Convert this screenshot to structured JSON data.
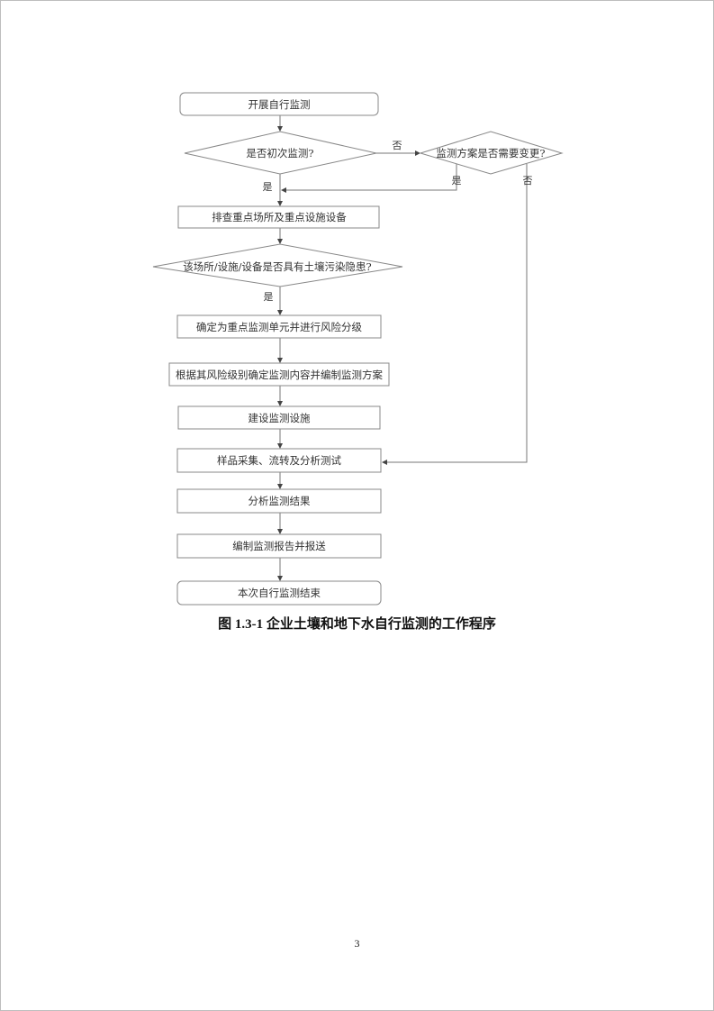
{
  "flowchart": {
    "start": "开展自行监测",
    "decision_first": "是否初次监测?",
    "decision_change": "监测方案是否需要变更?",
    "screen": "排查重点场所及重点设施设备",
    "decision_risk": "该场所/设施/设备是否具有土壤污染隐患?",
    "classify": "确定为重点监测单元并进行风险分级",
    "plan": "根据其风险级别确定监测内容并编制监测方案",
    "build": "建设监测设施",
    "sample": "样品采集、流转及分析测试",
    "analyze": "分析监测结果",
    "report": "编制监测报告并报送",
    "end": "本次自行监测结束",
    "label_no_1": "否",
    "label_yes_1": "是",
    "label_yes_2": "是",
    "label_no_2": "否",
    "label_yes_3": "是"
  },
  "caption": "图 1.3-1  企业土壤和地下水自行监测的工作程序",
  "page_number": "3"
}
